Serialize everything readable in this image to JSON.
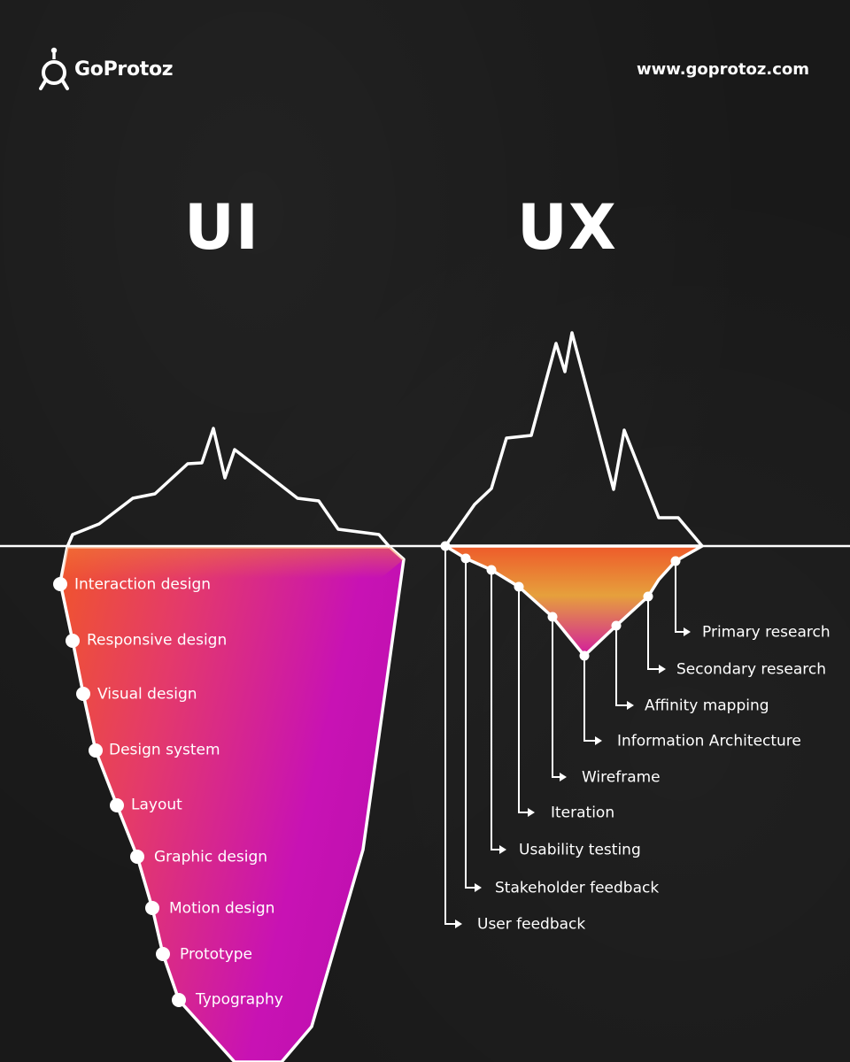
{
  "brand": {
    "name": "GoProtoz",
    "url": "www.goprotoz.com",
    "logo_icon": "goprotoz-logo-icon"
  },
  "colors": {
    "background": "#191919",
    "line": "#ffffff",
    "gradient_orange": "#f0552c",
    "gradient_magenta": "#c812b4",
    "gradient_yellow": "#e6a03c"
  },
  "ui": {
    "title": "UI",
    "items": [
      "Interaction design",
      "Responsive design",
      "Visual design",
      "Design system",
      "Layout",
      "Graphic design",
      "Motion design",
      "Prototype",
      "Typography"
    ]
  },
  "ux": {
    "title": "UX",
    "items": [
      "Primary research",
      "Secondary research",
      "Affinity mapping",
      "Information Architecture",
      "Wireframe",
      "Iteration",
      "Usability testing",
      "Stakeholder feedback",
      "User feedback"
    ]
  }
}
